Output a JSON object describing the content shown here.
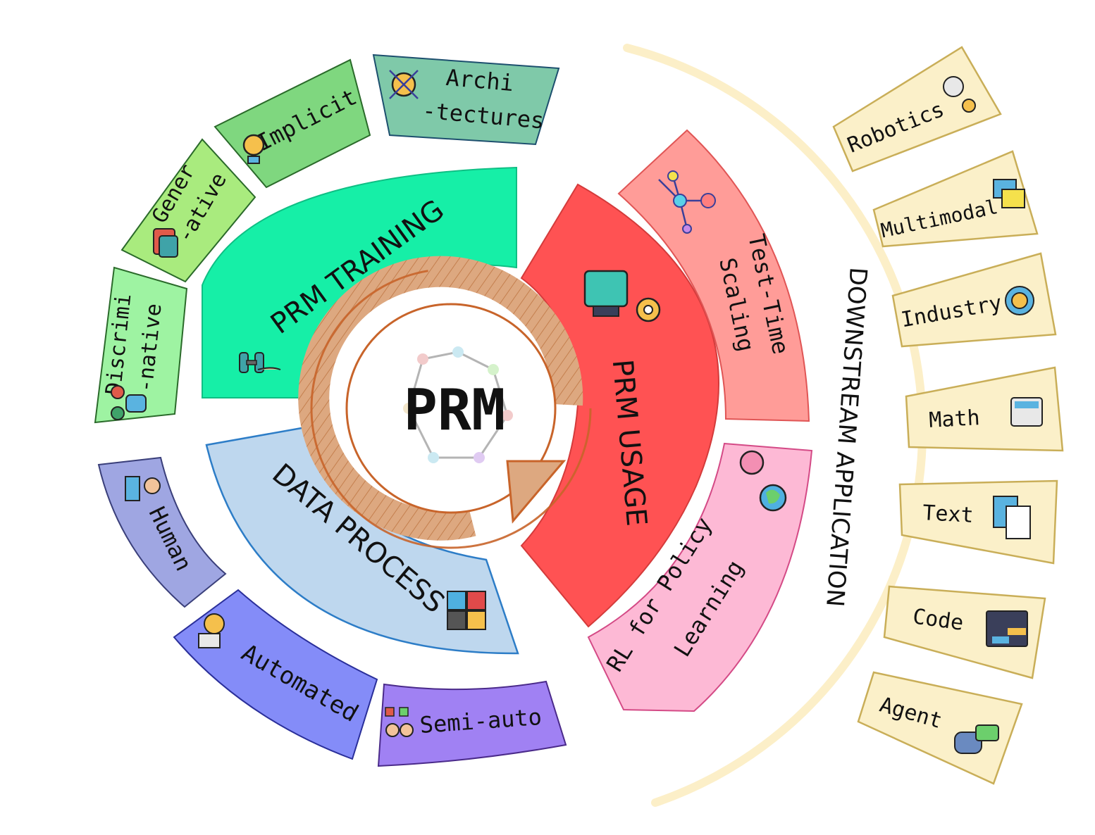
{
  "center": {
    "title": "PRM"
  },
  "inner_sections": [
    {
      "id": "training",
      "label": "PRM TRAINING",
      "color": "#16EFA7"
    },
    {
      "id": "usage",
      "label": "PRM USAGE",
      "color": "#FF5253"
    },
    {
      "id": "data",
      "label": "DATA PROCESS",
      "color": "#BED7EE"
    }
  ],
  "training_items": [
    {
      "label1": "Discrimi",
      "label2": "-native",
      "color": "#9EF3A2"
    },
    {
      "label1": "Gener",
      "label2": "-ative",
      "color": "#A9EB7E"
    },
    {
      "label1": "Implicit",
      "label2": "",
      "color": "#7FD77F"
    },
    {
      "label1": "Archi",
      "label2": "-tectures",
      "color": "#7FC9A9"
    }
  ],
  "usage_items": [
    {
      "label1": "Test-Time",
      "label2": "Scaling",
      "color": "#FF9C98"
    },
    {
      "label1": "RL for Policy",
      "label2": "Learning",
      "color": "#FDB9D5"
    }
  ],
  "data_items": [
    {
      "label": "Human",
      "color": "#9FA6E2"
    },
    {
      "label": "Automated",
      "color": "#848CF8"
    },
    {
      "label": "Semi-auto",
      "color": "#A081F3"
    }
  ],
  "downstream": {
    "title": "DOWNSTREAM APPLICATION",
    "color": "#FBF0C9",
    "border": "#C9AE58",
    "items": [
      "Robotics",
      "Multimodal",
      "Industry",
      "Math",
      "Text",
      "Code",
      "Agent"
    ]
  }
}
